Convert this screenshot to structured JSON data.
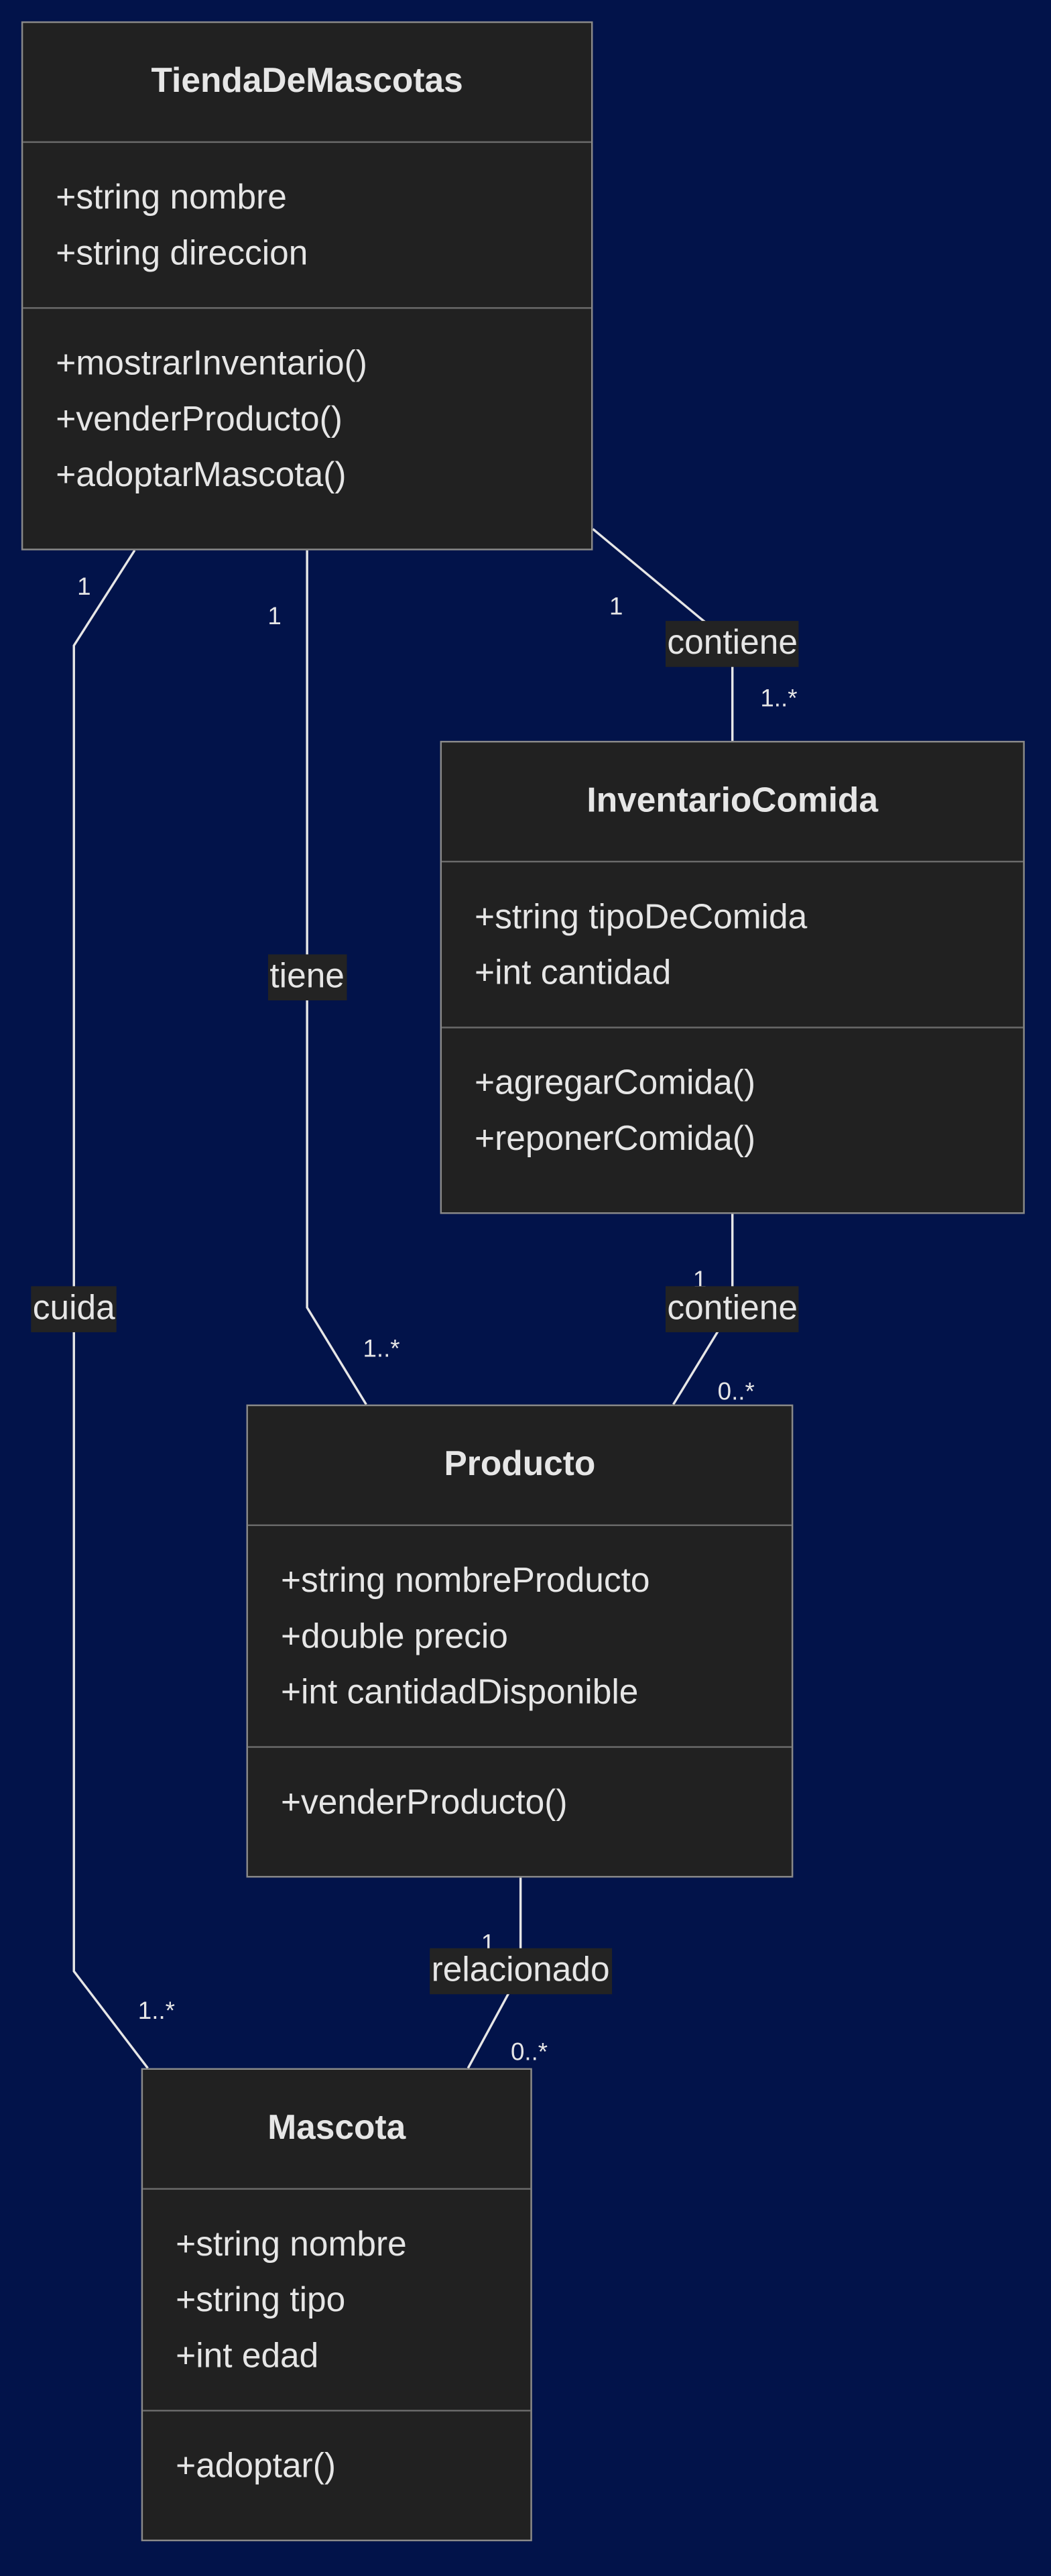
{
  "colors": {
    "background": "#02134a",
    "class_fill": "#212121",
    "class_border": "#8a8a8a",
    "text": "#e6e6e6",
    "label_fill": "#232323"
  },
  "classes": {
    "tienda": {
      "name": "TiendaDeMascotas",
      "attributes": [
        "+string nombre",
        "+string direccion"
      ],
      "methods": [
        "+mostrarInventario()",
        "+venderProducto()",
        "+adoptarMascota()"
      ]
    },
    "inventario": {
      "name": "InventarioComida",
      "attributes": [
        "+string tipoDeComida",
        "+int cantidad"
      ],
      "methods": [
        "+agregarComida()",
        "+reponerComida()"
      ]
    },
    "producto": {
      "name": "Producto",
      "attributes": [
        "+string nombreProducto",
        "+double precio",
        "+int cantidadDisponible"
      ],
      "methods": [
        "+venderProducto()"
      ]
    },
    "mascota": {
      "name": "Mascota",
      "attributes": [
        "+string nombre",
        "+string tipo",
        "+int edad"
      ],
      "methods": [
        "+adoptar()"
      ]
    }
  },
  "relations": {
    "contiene_inventario": {
      "label": "contiene",
      "from_mult": "1",
      "to_mult": "1..*"
    },
    "tiene": {
      "label": "tiene",
      "from_mult": "1",
      "to_mult": "1..*"
    },
    "cuida": {
      "label": "cuida",
      "from_mult": "1",
      "to_mult": "1..*"
    },
    "contiene_producto": {
      "label": "contiene",
      "from_mult": "1",
      "to_mult": "0..*"
    },
    "relacionado": {
      "label": "relacionado",
      "from_mult": "1",
      "to_mult": "0..*"
    }
  }
}
